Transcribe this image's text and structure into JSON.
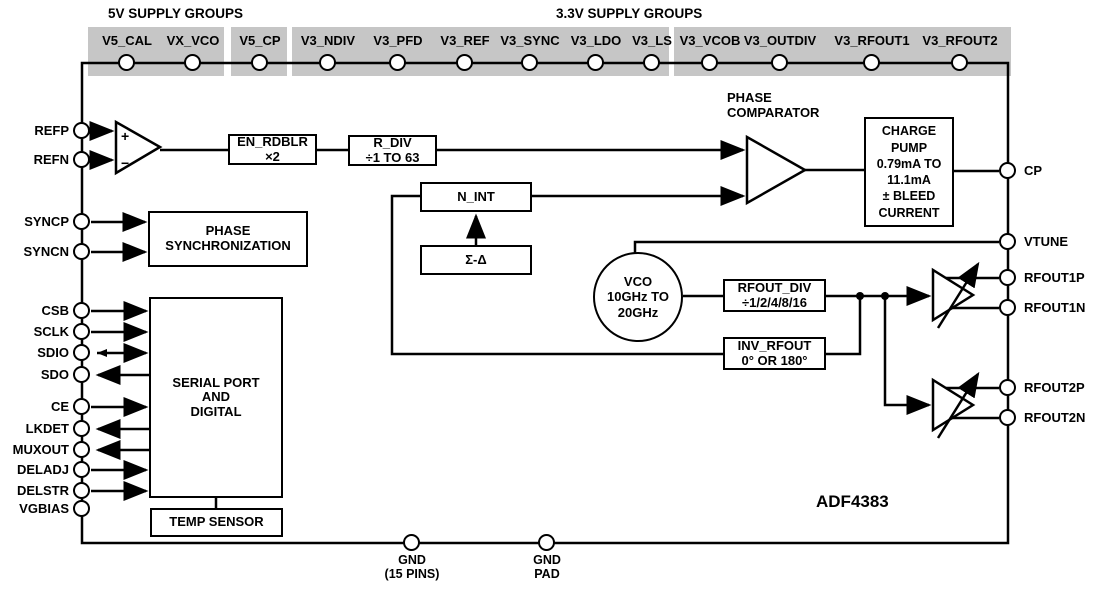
{
  "chip": {
    "name": "ADF4383"
  },
  "supply": {
    "heading_5v": "5V SUPPLY GROUPS",
    "heading_3v3": "3.3V SUPPLY GROUPS",
    "groups": [
      {
        "pins": [
          "V5_CAL",
          "VX_VCO"
        ]
      },
      {
        "pins": [
          "V5_CP"
        ]
      },
      {
        "pins": [
          "V3_NDIV",
          "V3_PFD",
          "V3_REF",
          "V3_SYNC",
          "V3_LDO",
          "V3_LS"
        ]
      },
      {
        "pins": [
          "V3_VCOB",
          "V3_OUTDIV",
          "V3_RFOUT1",
          "V3_RFOUT2"
        ]
      }
    ]
  },
  "left_pins": [
    {
      "label": "REFP",
      "dir": "in"
    },
    {
      "label": "REFN",
      "dir": "in"
    },
    {
      "label": "SYNCP",
      "dir": "in"
    },
    {
      "label": "SYNCN",
      "dir": "in"
    },
    {
      "label": "CSB",
      "dir": "in"
    },
    {
      "label": "SCLK",
      "dir": "in"
    },
    {
      "label": "SDIO",
      "dir": "bidirectional"
    },
    {
      "label": "SDO",
      "dir": "out"
    },
    {
      "label": "CE",
      "dir": "in"
    },
    {
      "label": "LKDET",
      "dir": "out"
    },
    {
      "label": "MUXOUT",
      "dir": "out"
    },
    {
      "label": "DELADJ",
      "dir": "in"
    },
    {
      "label": "DELSTR",
      "dir": "in"
    },
    {
      "label": "VGBIAS",
      "dir": "none"
    }
  ],
  "right_pins": [
    "CP",
    "VTUNE",
    "RFOUT1P",
    "RFOUT1N",
    "RFOUT2P",
    "RFOUT2N"
  ],
  "bottom_pins": [
    {
      "label": "GND",
      "sublabel": "(15 PINS)"
    },
    {
      "label": "GND",
      "sublabel": "PAD"
    }
  ],
  "blocks": {
    "ref_buffer": {
      "plus": "+",
      "minus": "−"
    },
    "en_rdblr": {
      "lines": [
        "EN_RDBLR",
        "×2"
      ]
    },
    "r_div": {
      "lines": [
        "R_DIV",
        "÷1 TO 63"
      ]
    },
    "n_int": {
      "lines": [
        "N_INT"
      ]
    },
    "sigma_delta": {
      "lines": [
        "Σ-Δ"
      ]
    },
    "phase_sync": {
      "lines": [
        "PHASE",
        "SYNCHRONIZATION"
      ]
    },
    "serial_port": {
      "lines": [
        "SERIAL PORT",
        "AND",
        "DIGITAL"
      ]
    },
    "temp_sensor": {
      "lines": [
        "TEMP SENSOR"
      ]
    },
    "phase_comparator": {
      "lines": [
        "PHASE",
        "COMPARATOR"
      ]
    },
    "charge_pump": {
      "lines": [
        "CHARGE",
        "PUMP",
        "0.79mA TO",
        "11.1mA",
        "± BLEED",
        "CURRENT"
      ]
    },
    "vco": {
      "lines": [
        "VCO",
        "10GHz TO",
        "20GHz"
      ]
    },
    "rfout_div": {
      "lines": [
        "RFOUT_DIV",
        "÷1/2/4/8/16"
      ]
    },
    "inv_rfout": {
      "lines": [
        "INV_RFOUT",
        "0° OR 180°"
      ]
    }
  },
  "colors": {
    "supply_group_bg": "#c6c6c6",
    "line": "#000000",
    "background": "#ffffff",
    "text": "#000000"
  }
}
